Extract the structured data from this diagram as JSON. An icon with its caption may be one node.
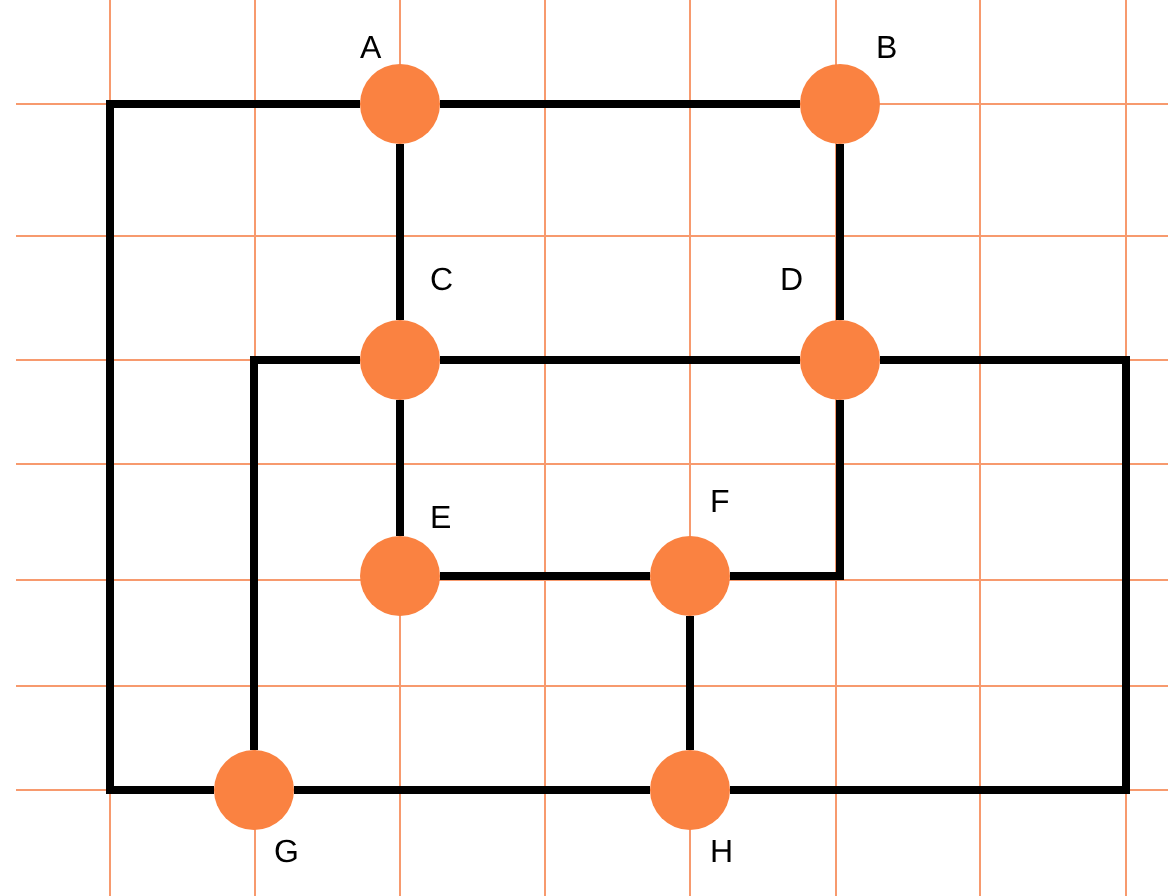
{
  "diagram": {
    "nodes": [
      {
        "text": [],
        "shape": "circle",
        "beside": [
          "A"
        ]
      },
      {
        "text": [],
        "shape": "circle",
        "beside": [
          "B"
        ]
      },
      {
        "text": [],
        "shape": "circle",
        "beside": [
          "C"
        ]
      },
      {
        "text": [],
        "shape": "circle",
        "beside": [
          "D"
        ]
      },
      {
        "text": [],
        "shape": "circle",
        "beside": [
          "E"
        ]
      },
      {
        "text": [],
        "shape": "circle",
        "beside": [
          "F"
        ]
      },
      {
        "text": [],
        "shape": "circle",
        "beside": [
          "G"
        ]
      },
      {
        "text": [],
        "shape": "circle",
        "beside": [
          "H"
        ]
      }
    ],
    "edges": [
      {
        "from": 0,
        "to": 1,
        "arrow": "none"
      },
      {
        "from": 0,
        "to": 2,
        "arrow": "none"
      },
      {
        "from": 0,
        "to": 6,
        "arrow": "none"
      },
      {
        "from": 1,
        "to": 3,
        "arrow": "none"
      },
      {
        "from": 2,
        "to": 3,
        "arrow": "none"
      },
      {
        "from": 2,
        "to": 4,
        "arrow": "none"
      },
      {
        "from": 2,
        "to": 6,
        "arrow": "none"
      },
      {
        "from": 3,
        "to": 7,
        "arrow": "none"
      },
      {
        "from": 3,
        "to": 5,
        "arrow": "none"
      },
      {
        "from": 4,
        "to": 5,
        "arrow": "none"
      },
      {
        "from": 5,
        "to": 7,
        "arrow": "none"
      },
      {
        "from": 6,
        "to": 7,
        "arrow": "none"
      }
    ]
  }
}
